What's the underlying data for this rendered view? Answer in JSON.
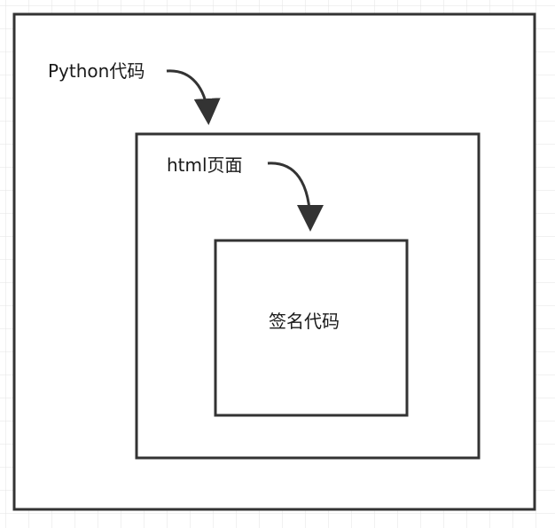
{
  "diagram": {
    "outer_label": "Python代码",
    "middle_label": "html页面",
    "inner_label": "签名代码",
    "colors": {
      "grid": "#e3e3e3",
      "stroke": "#333333",
      "text": "#1a1a1a",
      "background": "#ffffff"
    }
  }
}
